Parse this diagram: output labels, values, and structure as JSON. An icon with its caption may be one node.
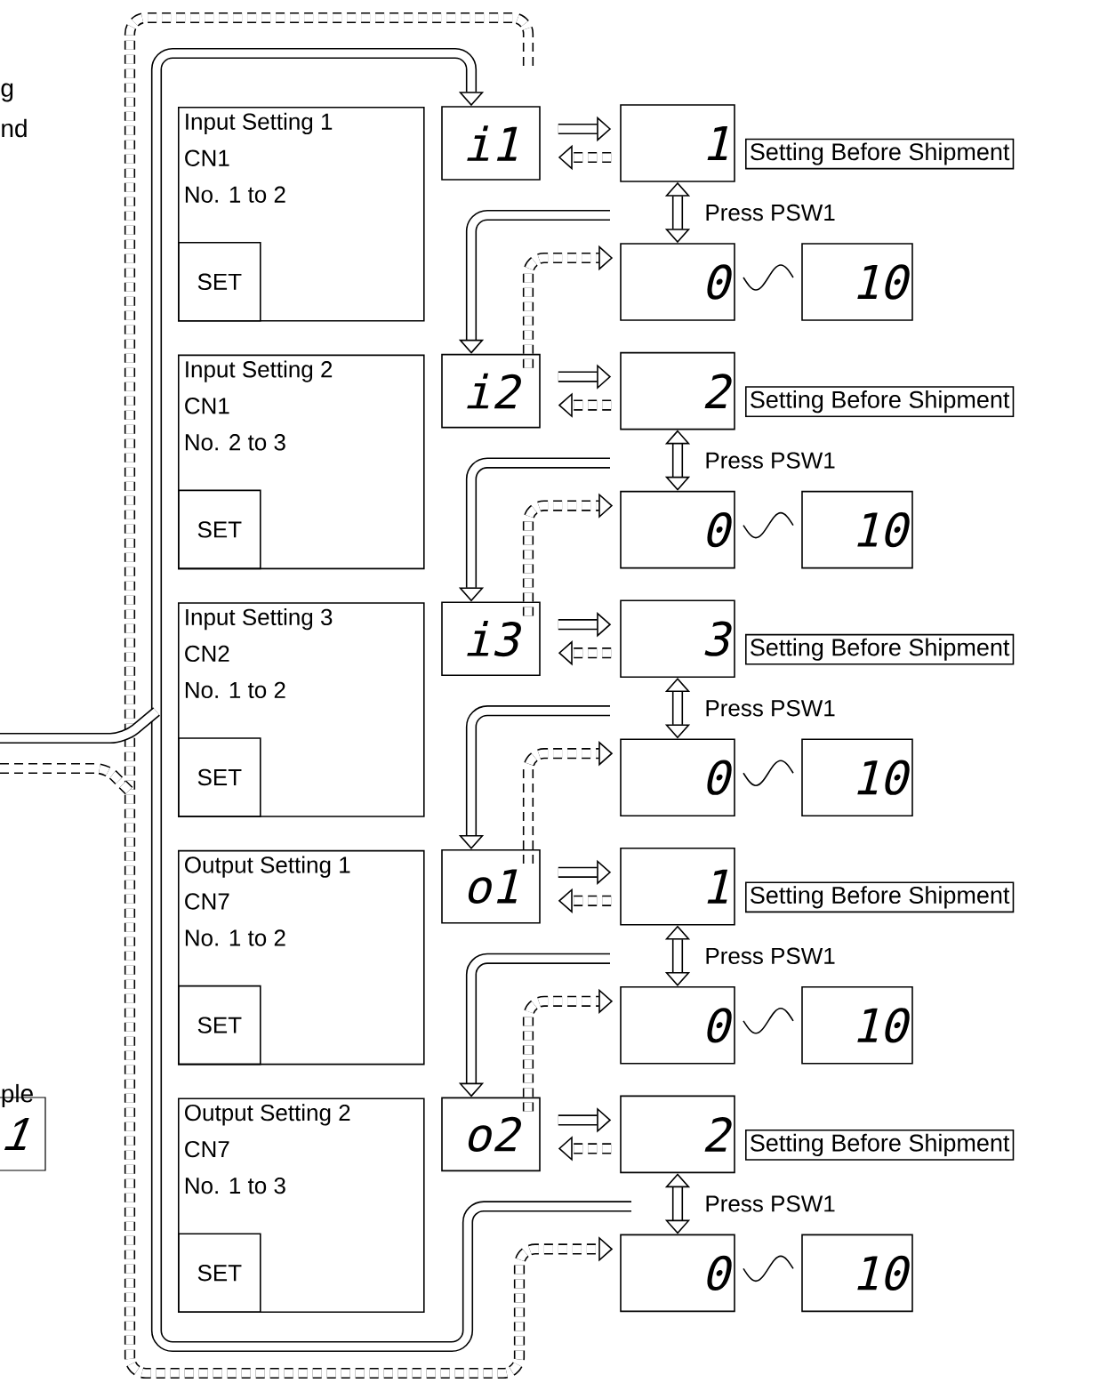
{
  "diagram": {
    "nodes": [
      {
        "text": [
          "Input Setting 1",
          "CN1",
          "No. 1 to 2"
        ]
      },
      {
        "text": [
          "SET"
        ],
        "in": 0
      },
      {
        "text": [
          "i1"
        ]
      },
      {
        "text": [
          "1"
        ]
      },
      {
        "text": [
          "Setting Before Shipment"
        ]
      },
      {
        "text": [
          "0"
        ]
      },
      {
        "text": [
          "10"
        ]
      },
      {
        "text": [
          "Input Setting 2",
          "CN1",
          "No. 2 to 3"
        ]
      },
      {
        "text": [
          "SET"
        ],
        "in": 7
      },
      {
        "text": [
          "i2"
        ]
      },
      {
        "text": [
          "2"
        ]
      },
      {
        "text": [
          "Setting Before Shipment"
        ]
      },
      {
        "text": [
          "0"
        ]
      },
      {
        "text": [
          "10"
        ]
      },
      {
        "text": [
          "Input Setting 3",
          "CN2",
          "No. 1 to 2"
        ]
      },
      {
        "text": [
          "SET"
        ],
        "in": 14
      },
      {
        "text": [
          "i3"
        ]
      },
      {
        "text": [
          "3"
        ]
      },
      {
        "text": [
          "Setting Before Shipment"
        ]
      },
      {
        "text": [
          "0"
        ]
      },
      {
        "text": [
          "10"
        ]
      },
      {
        "text": [
          "Output Setting 1",
          "CN7",
          "No. 1 to 2"
        ]
      },
      {
        "text": [
          "SET"
        ],
        "in": 21
      },
      {
        "text": [
          "o1"
        ]
      },
      {
        "text": [
          "1"
        ]
      },
      {
        "text": [
          "Setting Before Shipment"
        ]
      },
      {
        "text": [
          "0"
        ]
      },
      {
        "text": [
          "10"
        ]
      },
      {
        "text": [
          "Output Setting 2",
          "CN7",
          "No. 1 to 3"
        ]
      },
      {
        "text": [
          "SET"
        ],
        "in": 28
      },
      {
        "text": [
          "o2"
        ]
      },
      {
        "text": [
          "2"
        ]
      },
      {
        "text": [
          "Setting Before Shipment"
        ]
      },
      {
        "text": [
          "0"
        ]
      },
      {
        "text": [
          "10"
        ]
      },
      {
        "text": [
          "1"
        ],
        "beside": [
          "ple"
        ]
      }
    ],
    "edges": [
      {
        "from": 2,
        "to": 3,
        "arrow": "to"
      },
      {
        "from": 3,
        "to": 2,
        "arrow": "to",
        "style": "dashed"
      },
      {
        "from": 3,
        "to": 5,
        "arrow": "both",
        "label": "Press PSW1"
      },
      {
        "from": null,
        "to": 2,
        "arrow": "to"
      },
      {
        "from": 9,
        "to": 5,
        "arrow": "to",
        "style": "dashed"
      },
      {
        "from": 9,
        "to": 10,
        "arrow": "to"
      },
      {
        "from": 10,
        "to": 9,
        "arrow": "to",
        "style": "dashed"
      },
      {
        "from": 10,
        "to": 12,
        "arrow": "both",
        "label": "Press PSW1"
      },
      {
        "from": null,
        "to": 9,
        "arrow": "to"
      },
      {
        "from": 16,
        "to": 12,
        "arrow": "to",
        "style": "dashed"
      },
      {
        "from": 16,
        "to": 17,
        "arrow": "to"
      },
      {
        "from": 17,
        "to": 16,
        "arrow": "to",
        "style": "dashed"
      },
      {
        "from": 17,
        "to": 19,
        "arrow": "both",
        "label": "Press PSW1"
      },
      {
        "from": null,
        "to": 16,
        "arrow": "to"
      },
      {
        "from": 23,
        "to": 19,
        "arrow": "to",
        "style": "dashed"
      },
      {
        "from": 23,
        "to": 24,
        "arrow": "to"
      },
      {
        "from": 24,
        "to": 23,
        "arrow": "to",
        "style": "dashed"
      },
      {
        "from": 24,
        "to": 26,
        "arrow": "both",
        "label": "Press PSW1"
      },
      {
        "from": null,
        "to": 23,
        "arrow": "to"
      },
      {
        "from": 30,
        "to": 26,
        "arrow": "to",
        "style": "dashed"
      },
      {
        "from": 30,
        "to": 31,
        "arrow": "to"
      },
      {
        "from": 31,
        "to": 30,
        "arrow": "to",
        "style": "dashed"
      },
      {
        "from": 31,
        "to": 33,
        "arrow": "both",
        "label": "Press PSW1"
      },
      {
        "from": null,
        "to": 30,
        "arrow": "to"
      },
      {
        "from": null,
        "to": 33,
        "arrow": "to",
        "style": "dashed"
      }
    ],
    "labels": [
      "g",
      "nd"
    ]
  }
}
